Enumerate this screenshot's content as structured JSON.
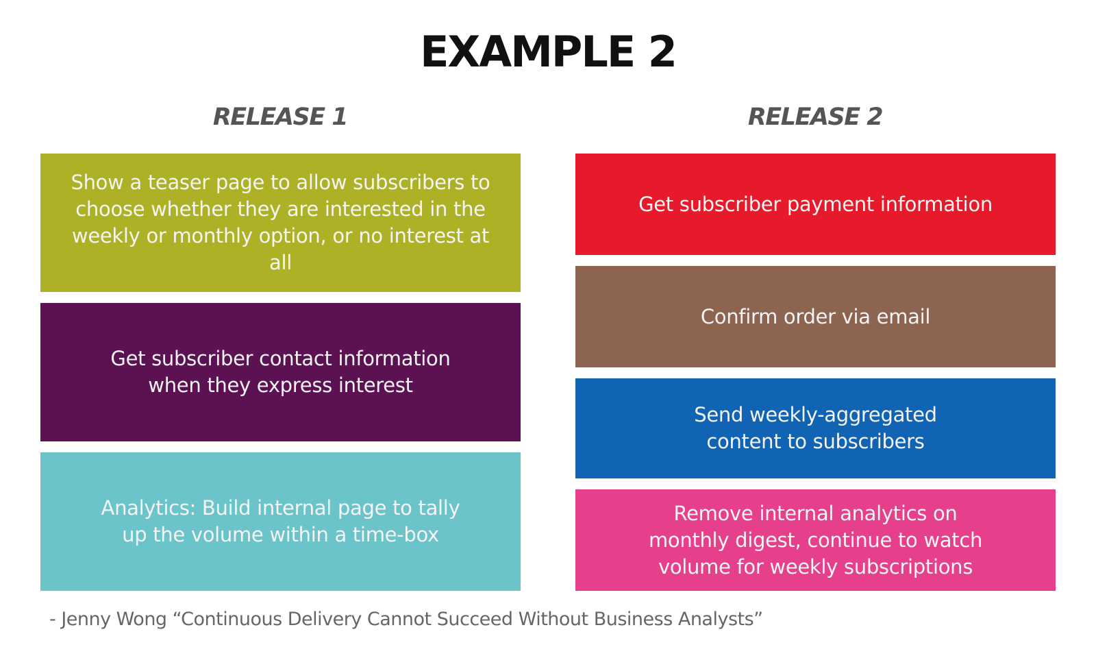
{
  "title": "EXAMPLE 2",
  "releases": [
    {
      "heading": "RELEASE 1",
      "cards": [
        {
          "text": "Show a teaser page to allow subscribers to choose whether they are interested in the weekly or monthly option, or no interest at all",
          "color": "#adb125"
        },
        {
          "text": "Get subscriber contact information when they express interest",
          "color": "#5c1153"
        },
        {
          "text": "Analytics: Build internal page to tally up the volume within a time-box",
          "color": "#6cc4cb"
        }
      ]
    },
    {
      "heading": "RELEASE 2",
      "cards": [
        {
          "text": "Get subscriber payment information",
          "color": "#e61a2b"
        },
        {
          "text": "Confirm order via email",
          "color": "#8d6450"
        },
        {
          "text": "Send weekly-aggregated content to subscribers",
          "color": "#1064b3"
        },
        {
          "text": "Remove internal analytics on monthly digest, continue to watch volume for weekly subscriptions",
          "color": "#e63f8c"
        }
      ]
    }
  ],
  "attribution": "- Jenny Wong “Continuous Delivery Cannot Succeed Without Business Analysts”"
}
